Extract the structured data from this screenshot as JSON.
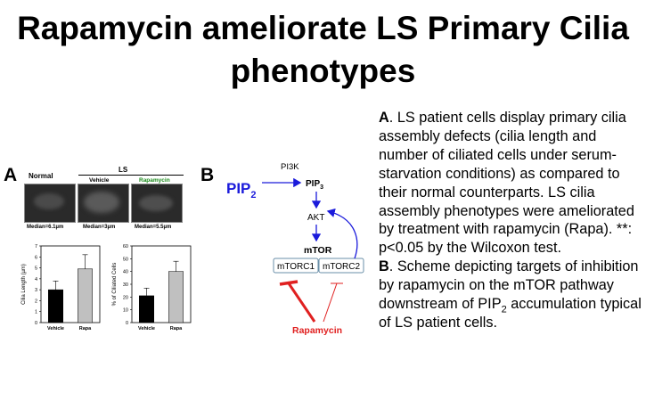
{
  "title": {
    "line1": "Rapamycin ameliorate LS Primary Cilia",
    "line2": "phenotypes"
  },
  "panel_a": {
    "letter": "A",
    "header_normal": "Normal",
    "header_ls": "LS",
    "sub_vehicle": "Vehicle",
    "sub_rapamycin": "Rapamycin",
    "median_normal": "Median=6.1µm",
    "median_vehicle": "Median=3µm",
    "median_rapa": "Median=5.5µm",
    "chart_left": {
      "ylabel": "Cilia Length (µm)",
      "yticks": [
        "0",
        "1",
        "2",
        "3",
        "4",
        "5",
        "6",
        "7"
      ],
      "categories": [
        "Vehicle",
        "Rapa"
      ],
      "values": [
        3.0,
        4.9
      ],
      "errors": [
        0.8,
        1.3
      ],
      "ylim": [
        0,
        7
      ],
      "colors": [
        "#000000",
        "#c0c0c0"
      ]
    },
    "chart_right": {
      "ylabel": "% of Ciliated Cells",
      "yticks": [
        "0",
        "10",
        "20",
        "30",
        "40",
        "50",
        "60"
      ],
      "categories": [
        "Vehicle",
        "Rapa"
      ],
      "values": [
        21,
        40
      ],
      "errors": [
        6,
        8
      ],
      "ylim": [
        0,
        60
      ],
      "colors": [
        "#000000",
        "#c0c0c0"
      ]
    }
  },
  "panel_b": {
    "letter": "B",
    "pip2_base": "PIP",
    "pip2_sub": "2",
    "pi3k": "PI3K",
    "pip3_base": "PIP",
    "pip3_sub": "3",
    "akt": "AKT",
    "mtor": "mTOR",
    "mtorc1": "mTORC1",
    "mtorc2": "mTORC2",
    "rapamycin": "Rapamycin",
    "colors": {
      "pip2": "#1a1adb",
      "arrow": "#1a1adb",
      "rapamycin": "#e02020"
    }
  },
  "caption": {
    "a_letter": "A",
    "a_text": ". LS patient cells display primary cilia assembly defects (cilia length and number of ciliated cells under serum-starvation conditions) as compared to their normal counterparts. LS cilia assembly phenotypes were ameliorated by treatment with rapamycin (Rapa). **: p<0.05  by the Wilcoxon test.",
    "b_letter": "B",
    "b_text": ". Scheme depicting targets of inhibition by rapamycin on the mTOR pathway downstream of PIP",
    "b_sub": "2",
    "b_text2": " accumulation typical of LS patient cells."
  }
}
